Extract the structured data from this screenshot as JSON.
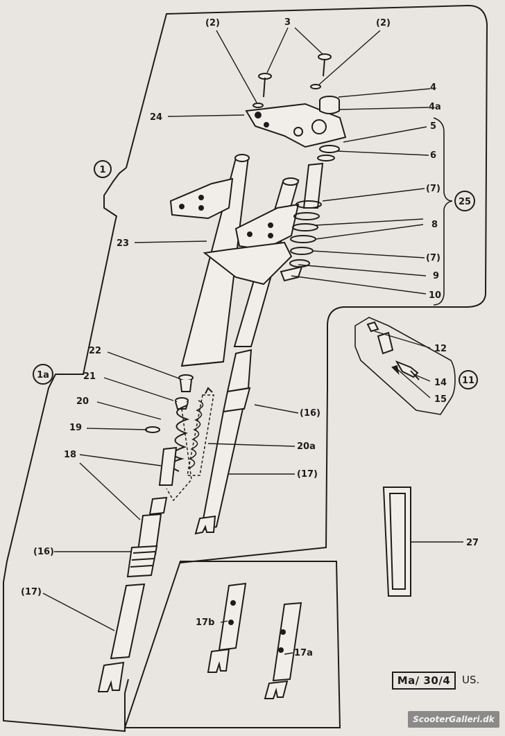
{
  "labels": {
    "l2a": "(2)",
    "l3": "3",
    "l2b": "(2)",
    "l4": "4",
    "l4a": "4a",
    "l24": "24",
    "l5": "5",
    "l6": "6",
    "l1": "1",
    "l25": "25",
    "l7a": "(7)",
    "l8": "8",
    "l23": "23",
    "l7b": "(7)",
    "l9": "9",
    "l10": "10",
    "l12": "12",
    "l11": "11",
    "l14": "14",
    "l15": "15",
    "l22": "22",
    "l1a": "1a",
    "l21": "21",
    "l20": "20",
    "l16a": "(16)",
    "l20a": "20a",
    "l19": "19",
    "l18": "18",
    "l17a": "(17)",
    "l16b": "(16)",
    "l27": "27",
    "l17b": "(17)",
    "l17bb": "17b",
    "l17aa": "17a"
  },
  "stamp": {
    "code": "Ma/ 30/4",
    "suffix": "US."
  },
  "watermark": "ScooterGalleri.dk",
  "colors": {
    "paper": "#e9e6e1",
    "ink": "#1c1c1c",
    "watermark_bg": "#8a8a8a"
  }
}
